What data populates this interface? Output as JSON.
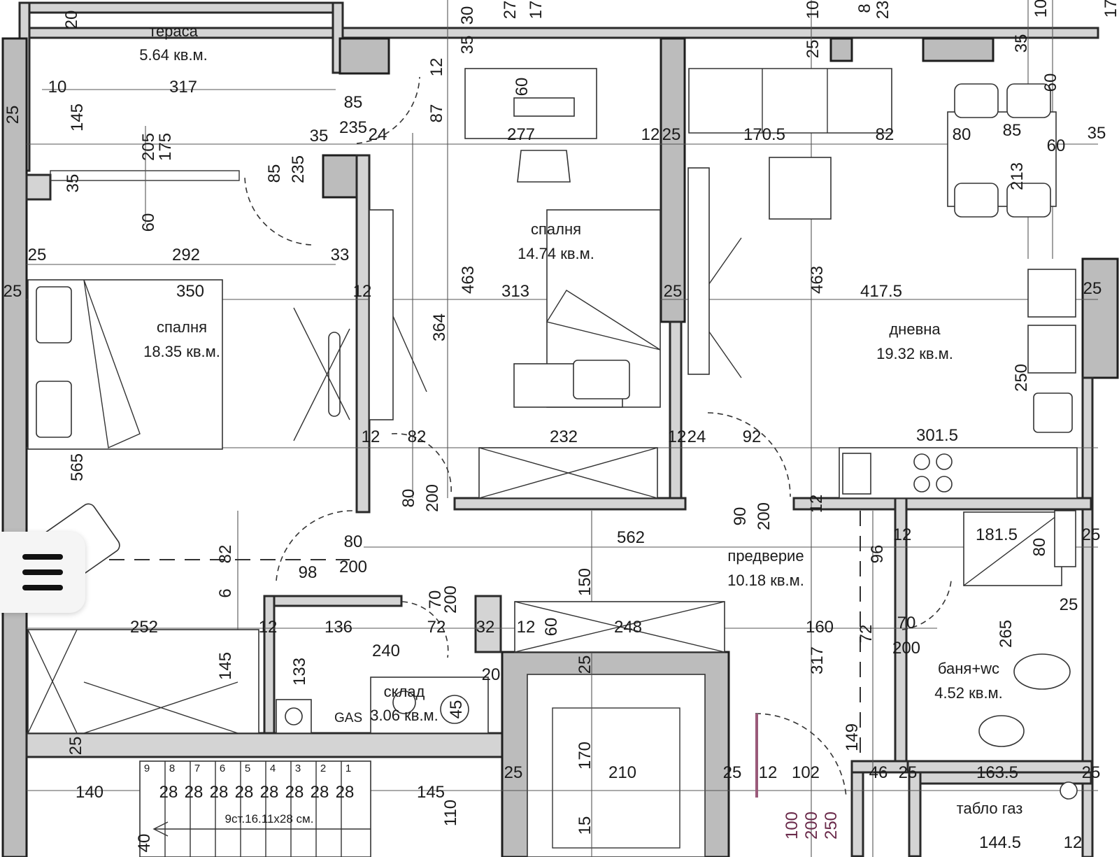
{
  "rooms": [
    {
      "id": "terrace",
      "name": "тераса",
      "area": "5.64 кв.м."
    },
    {
      "id": "bedroom1",
      "name": "спалня",
      "area": "18.35 кв.м."
    },
    {
      "id": "bedroom2",
      "name": "спалня",
      "area": "14.74 кв.м."
    },
    {
      "id": "living",
      "name": "дневна",
      "area": "19.32 кв.м."
    },
    {
      "id": "hall",
      "name": "предверие",
      "area": "10.18 кв.м."
    },
    {
      "id": "storage",
      "name": "склад",
      "area": "3.06 кв.м."
    },
    {
      "id": "bath",
      "name": "баня+wc",
      "area": "4.52 кв.м."
    },
    {
      "id": "gas_panel",
      "name": "табло газ",
      "area": ""
    }
  ],
  "labels": {
    "gas": "GAS",
    "stairs": "9ст.16.11х28 см.",
    "stair_numbers": [
      "9",
      "8",
      "7",
      "6",
      "5",
      "4",
      "3",
      "2",
      "1"
    ],
    "stair_tread": "28"
  },
  "dimensions": {
    "d1": "20",
    "d2": "30",
    "d3": "27",
    "d4": "17",
    "d5": "10",
    "d6": "8",
    "d7": "23",
    "d8": "10",
    "d9": "17",
    "d10": "35",
    "d11": "25",
    "d12": "35",
    "d13": "12",
    "d14": "60",
    "d15": "60",
    "d16": "35",
    "d17": "10",
    "d18": "317",
    "d19": "25",
    "d20": "145",
    "d21": "85",
    "d22": "235",
    "d23": "87",
    "d24": "24",
    "d25": "277",
    "d26": "12",
    "d27": "25",
    "d28": "170.5",
    "d29": "82",
    "d30": "80",
    "d31": "85",
    "d32": "60",
    "d33": "35",
    "d34": "205",
    "d35": "175",
    "d36": "35",
    "d37": "85",
    "d38": "235",
    "d39": "35",
    "d40": "213",
    "d41": "60",
    "d42": "25",
    "d43": "292",
    "d44": "33",
    "d45": "463",
    "d46": "463",
    "d47": "25",
    "d48": "350",
    "d49": "12",
    "d50": "313",
    "d51": "25",
    "d52": "417.5",
    "d53": "25",
    "d54": "364",
    "d55": "250",
    "d56": "565",
    "d57": "12",
    "d58": "82",
    "d59": "232",
    "d60": "12",
    "d61": "24",
    "d62": "92",
    "d63": "301.5",
    "d64": "80",
    "d65": "200",
    "d66": "90",
    "d67": "200",
    "d68": "12",
    "d69": "80",
    "d70": "562",
    "d71": "12",
    "d72": "181.5",
    "d73": "25",
    "d74": "82",
    "d75": "98",
    "d76": "200",
    "d77": "96",
    "d78": "80",
    "d79": "150",
    "d80": "70",
    "d81": "200",
    "d82": "6",
    "d83": "25",
    "d84": "252",
    "d85": "12",
    "d86": "136",
    "d87": "72",
    "d88": "32",
    "d89": "12",
    "d90": "60",
    "d91": "248",
    "d92": "160",
    "d93": "72",
    "d94": "70",
    "d95": "200",
    "d96": "265",
    "d97": "240",
    "d98": "145",
    "d99": "133",
    "d100": "25",
    "d101": "20",
    "d102": "317",
    "d103": "45",
    "d104": "25",
    "d105": "170",
    "d106": "149",
    "d107": "140",
    "d108": "145",
    "d109": "25",
    "d110": "210",
    "d111": "25",
    "d112": "12",
    "d113": "102",
    "d114": "46",
    "d115": "25",
    "d116": "163.5",
    "d117": "25",
    "d118": "110",
    "d119": "15",
    "d120": "40",
    "d121": "100",
    "d122": "200",
    "d123": "250",
    "d124": "144.5",
    "d125": "12"
  },
  "menu": {
    "icon": "hamburger-menu-icon"
  }
}
